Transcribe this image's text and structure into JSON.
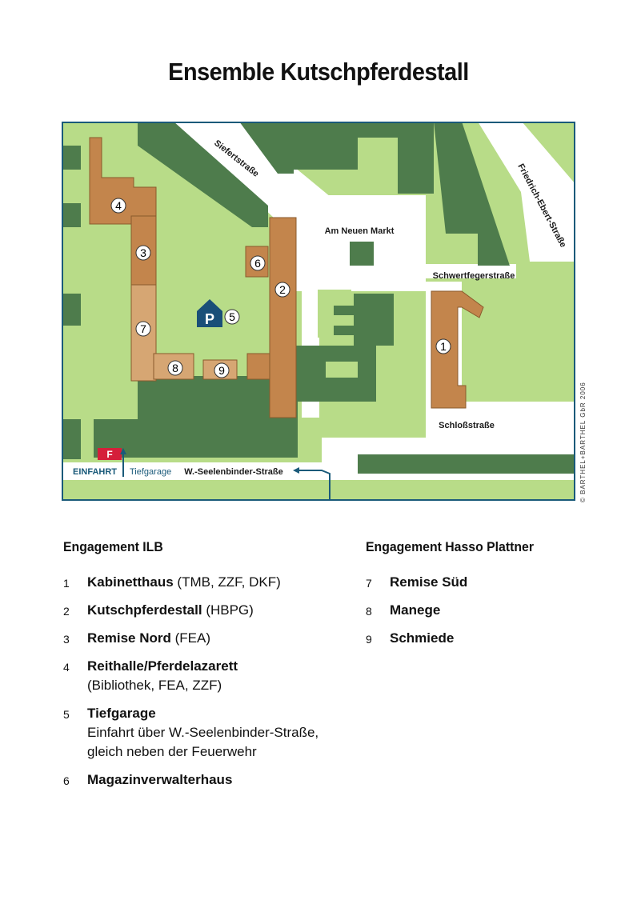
{
  "title": "Ensemble Kutschpferdestall",
  "copyright": "© BARTHEL+BARTHEL GbR 2006",
  "colors": {
    "lawn": "#b8dc88",
    "green_block": "#4e7c4c",
    "street": "#ffffff",
    "building": "#c3854c",
    "building_light": "#d6a673",
    "accent_blue": "#1a5a7a",
    "fire_red": "#d51f3a"
  },
  "map": {
    "streets": {
      "siefertstrasse": "Siefertstraße",
      "friedrich_ebert": "Friedrich-Ebert-Straße",
      "am_neuen_markt": "Am Neuen Markt",
      "schwertfegerstrasse": "Schwertfegerstraße",
      "schlossstrasse": "Schloßstraße",
      "seelenbinder": "W.-Seelenbinder-Straße"
    },
    "einfahrt": "EINFAHRT",
    "tiefgarage": "Tiefgarage",
    "fire_station": "F",
    "parking_symbol": "P",
    "markers": [
      "1",
      "2",
      "3",
      "4",
      "5",
      "6",
      "7",
      "8",
      "9"
    ]
  },
  "legend": {
    "left": {
      "heading": "Engagement ILB",
      "items": [
        {
          "num": "1",
          "name": "Kabinetthaus",
          "suffix": " (TMB, ZZF, DKF)",
          "note": ""
        },
        {
          "num": "2",
          "name": "Kutschpferdestall",
          "suffix": " (HBPG)",
          "note": ""
        },
        {
          "num": "3",
          "name": "Remise Nord",
          "suffix": " (FEA)",
          "note": ""
        },
        {
          "num": "4",
          "name": "Reithalle/Pferdelazarett",
          "suffix": "",
          "note": "(Bibliothek, FEA, ZZF)"
        },
        {
          "num": "5",
          "name": "Tiefgarage",
          "suffix": "",
          "note": "Einfahrt über W.-Seelenbinder-Straße, gleich neben der Feuerwehr"
        },
        {
          "num": "6",
          "name": "Magazinverwalterhaus",
          "suffix": "",
          "note": ""
        }
      ]
    },
    "right": {
      "heading": "Engagement Hasso Plattner",
      "items": [
        {
          "num": "7",
          "name": "Remise Süd"
        },
        {
          "num": "8",
          "name": "Manege"
        },
        {
          "num": "9",
          "name": "Schmiede"
        }
      ]
    }
  }
}
